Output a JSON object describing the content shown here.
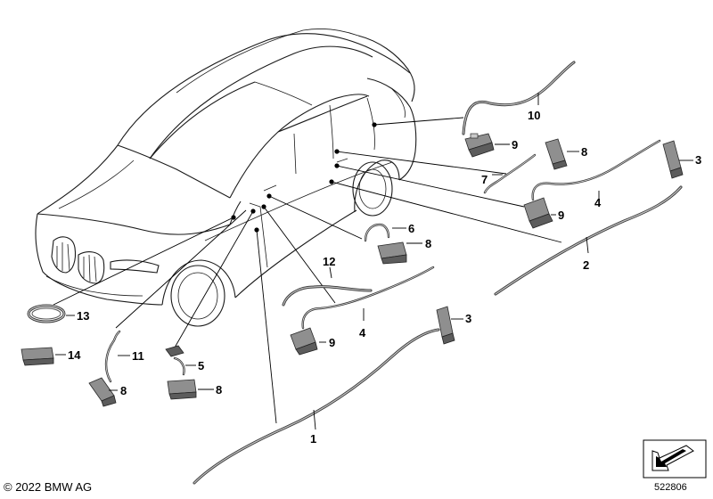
{
  "diagram": {
    "callouts": [
      "1",
      "2",
      "3",
      "3",
      "4",
      "4",
      "5",
      "6",
      "7",
      "8",
      "8",
      "8",
      "8",
      "9",
      "9",
      "9",
      "10",
      "11",
      "12",
      "13",
      "14"
    ],
    "labels": {
      "c1": "1",
      "c2": "2",
      "c3a": "3",
      "c3b": "3",
      "c4a": "4",
      "c4b": "4",
      "c5": "5",
      "c6": "6",
      "c7": "7",
      "c8a": "8",
      "c8b": "8",
      "c8c": "8",
      "c8d": "8",
      "c9a": "9",
      "c9b": "9",
      "c9c": "9",
      "c10": "10",
      "c11": "11",
      "c12": "12",
      "c13": "13",
      "c14": "14"
    }
  },
  "footer": {
    "copyright": "© 2022 BMW AG",
    "drawing_number": "522806"
  },
  "icons": {
    "navigation": "arrow-icon"
  }
}
